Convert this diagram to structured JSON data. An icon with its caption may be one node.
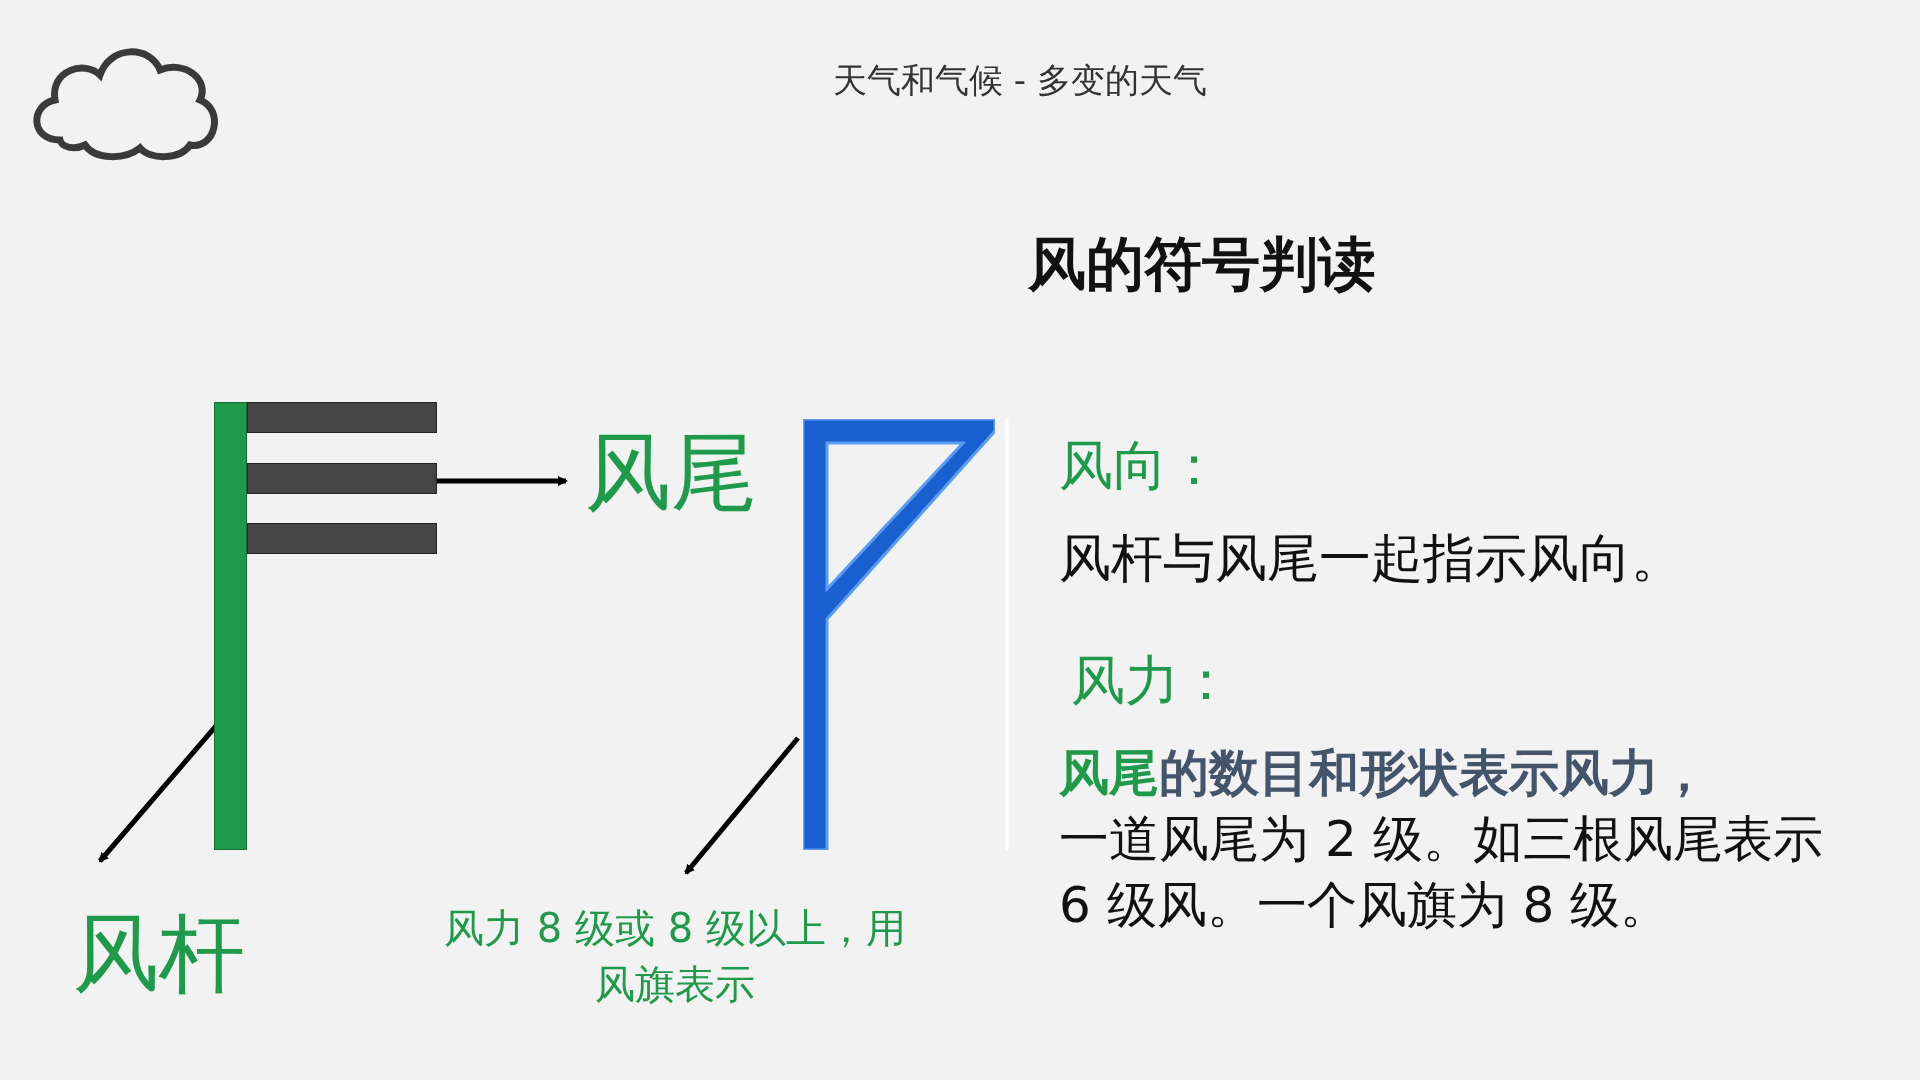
{
  "diagram": {
    "title": "风的符号判读",
    "nodes": [
      {
        "text": [],
        "shape": "bar"
      },
      {
        "text": [
          "风尾"
        ]
      },
      {
        "text": [],
        "shape": "bar"
      },
      {
        "text": [
          "风杆"
        ]
      },
      {
        "text": [],
        "shape": "flag"
      },
      {
        "text": [
          "风力 8 级或 8 级以上，用风旗表示"
        ]
      }
    ],
    "edges": [
      {
        "from": 2,
        "to": 1,
        "arrow": "to"
      },
      {
        "from": 0,
        "to": 3,
        "arrow": "to"
      },
      {
        "from": 4,
        "to": 5,
        "arrow": "to"
      }
    ],
    "labels": [
      "天气和气候 - 多变的天气",
      "风向：",
      "风杆与风尾一起指示风向。",
      "风力：",
      "**风尾**的数目和形状表示风力，",
      "一道风尾为 2 级。如三根风尾表示 6 级风。一个风旗为 8 级。"
    ]
  }
}
